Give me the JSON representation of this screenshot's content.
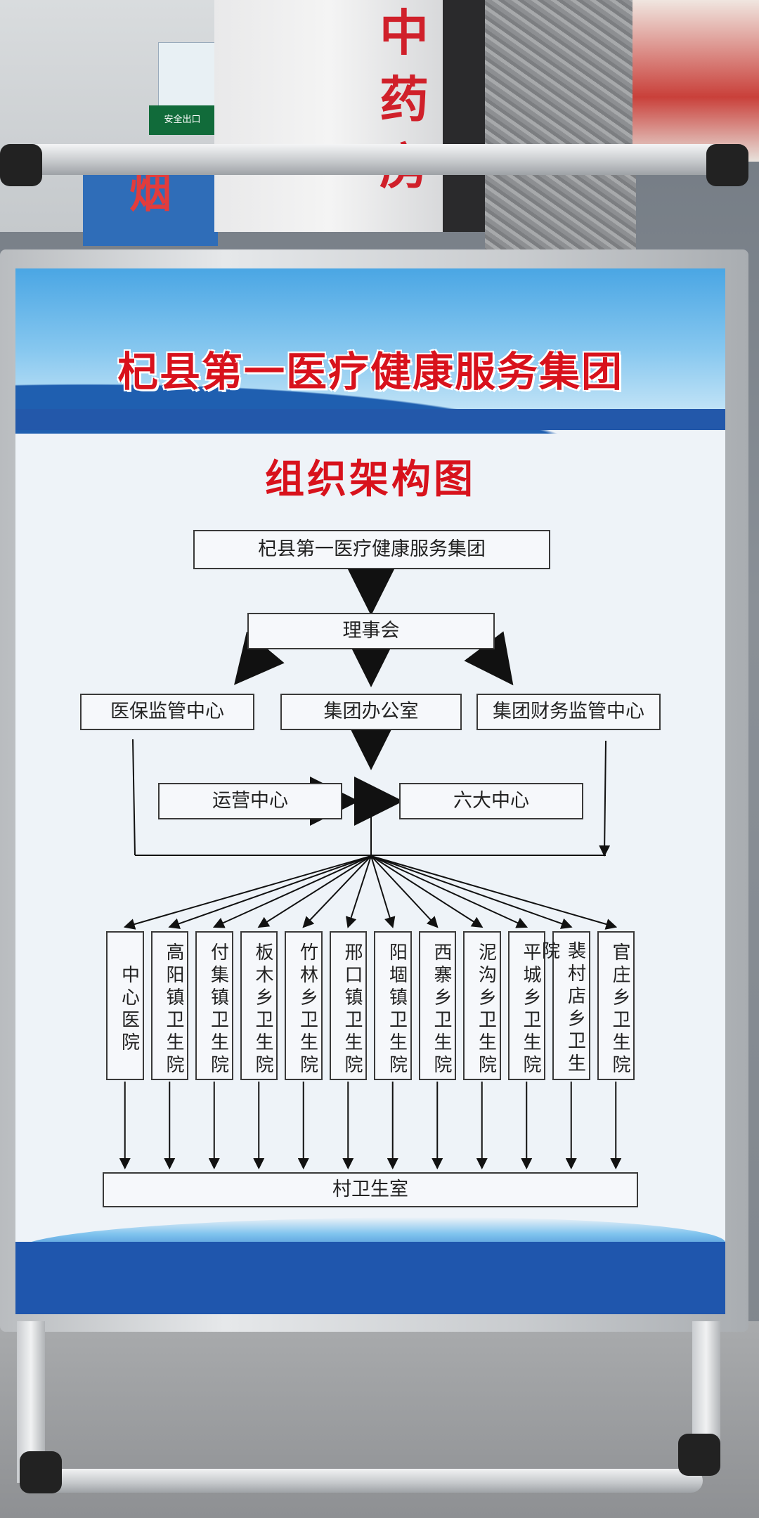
{
  "background": {
    "pillar_chars": [
      "中",
      "药",
      "房"
    ],
    "blue_sign_text": "烟",
    "exit_sign_text": "安全出口"
  },
  "board": {
    "title": "杞县第一医疗健康服务集团",
    "subtitle": "组织架构图",
    "colors": {
      "title_red": "#d8121c",
      "band_blue": "#2358aa",
      "board_bg": "#eef3f8"
    },
    "chart": {
      "root": "杞县第一医疗健康服务集团",
      "council": "理事会",
      "tier2": [
        "医保监管中心",
        "集团办公室",
        "集团财务监管中心"
      ],
      "operations": "运营中心",
      "six_centers": "六大中心",
      "hospitals": [
        "中心医院",
        "高阳镇卫生院",
        "付集镇卫生院",
        "板木乡卫生院",
        "竹林乡卫生院",
        "邢口镇卫生院",
        "阳堌镇卫生院",
        "西寨乡卫生院",
        "泥沟乡卫生院",
        "平城乡卫生院",
        "裴村店乡卫生院",
        "官庄乡卫生院"
      ],
      "village": "村卫生室"
    }
  }
}
